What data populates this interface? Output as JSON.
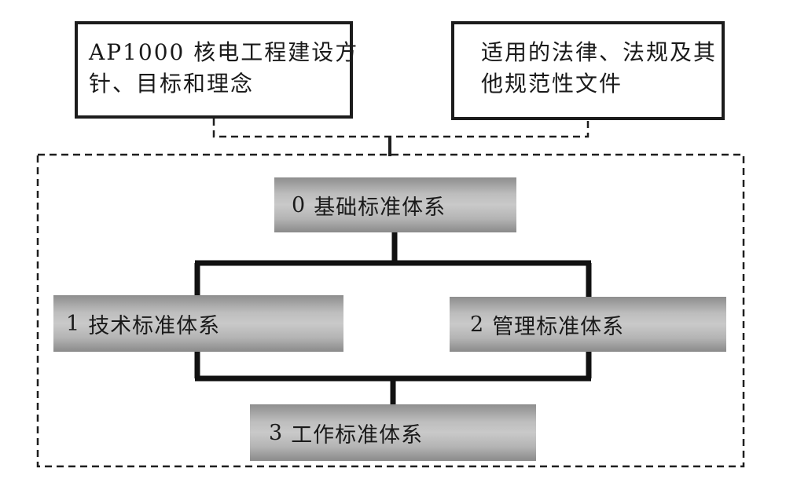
{
  "top_boxes": {
    "left": {
      "line1": "AP1000 核电工程建设方",
      "line2": "针、目标和理念"
    },
    "right": {
      "line1": "适用的法律、法规及其",
      "line2": "他规范性文件"
    }
  },
  "standard_systems": [
    {
      "number": "0",
      "label": "基础标准体系"
    },
    {
      "number": "1",
      "label": "技术标准体系"
    },
    {
      "number": "2",
      "label": "管理标准体系"
    },
    {
      "number": "3",
      "label": "工作标准体系"
    }
  ]
}
